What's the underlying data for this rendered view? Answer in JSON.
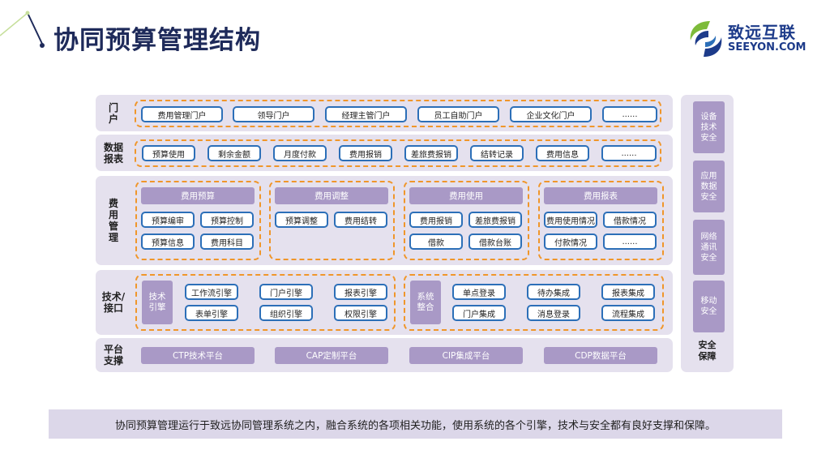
{
  "title": "协同预算管理结构",
  "logo": {
    "cn": "致远互联",
    "en": "SEEYON.COM"
  },
  "layers": {
    "portal": {
      "label": "门户",
      "items": [
        "费用管理门户",
        "领导门户",
        "经理主管门户",
        "员工自助门户",
        "企业文化门户",
        "......"
      ]
    },
    "report": {
      "label": "数据报表",
      "items": [
        "预算使用",
        "剩余金额",
        "月度付款",
        "费用报销",
        "差旅费报销",
        "结转记录",
        "费用信息",
        "......"
      ]
    },
    "management": {
      "label": "费用管理",
      "groups": [
        {
          "title": "费用预算",
          "items": [
            "预算编审",
            "预算控制",
            "预算信息",
            "费用科目"
          ]
        },
        {
          "title": "费用调整",
          "items": [
            "预算调整",
            "费用结转"
          ]
        },
        {
          "title": "费用使用",
          "items": [
            "费用报销",
            "差旅费报销",
            "借款",
            "借款台账"
          ]
        },
        {
          "title": "费用报表",
          "items": [
            "费用使用情况",
            "借款情况",
            "付款情况",
            "......"
          ]
        }
      ]
    },
    "tech": {
      "label": "技术/接口",
      "engine_title": "技术引擎",
      "engines": [
        "工作流引擎",
        "门户引擎",
        "报表引擎",
        "表单引擎",
        "组织引擎",
        "权限引擎"
      ],
      "integration_title": "系统整合",
      "integrations": [
        "单点登录",
        "待办集成",
        "报表集成",
        "门户集成",
        "消息登录",
        "流程集成"
      ]
    },
    "platform": {
      "label": "平台支撑",
      "items": [
        "CTP技术平台",
        "CAP定制平台",
        "CIP集成平台",
        "CDP数据平台"
      ]
    }
  },
  "security": {
    "items": [
      "设备技术安全",
      "应用数据安全",
      "网络通讯安全",
      "移动安全"
    ],
    "label": "安全保障"
  },
  "footer": "协同预算管理运行于致远协同管理系统之内，融合系统的各项相关功能，使用系统的各个引擎，技术与安全都有良好支撑和保障。",
  "colors": {
    "accent": "#f0962a",
    "pill_border": "#2c6fb8",
    "purple": "#a999c6",
    "panel": "#e5e1ee",
    "title": "#1e2a5a"
  }
}
